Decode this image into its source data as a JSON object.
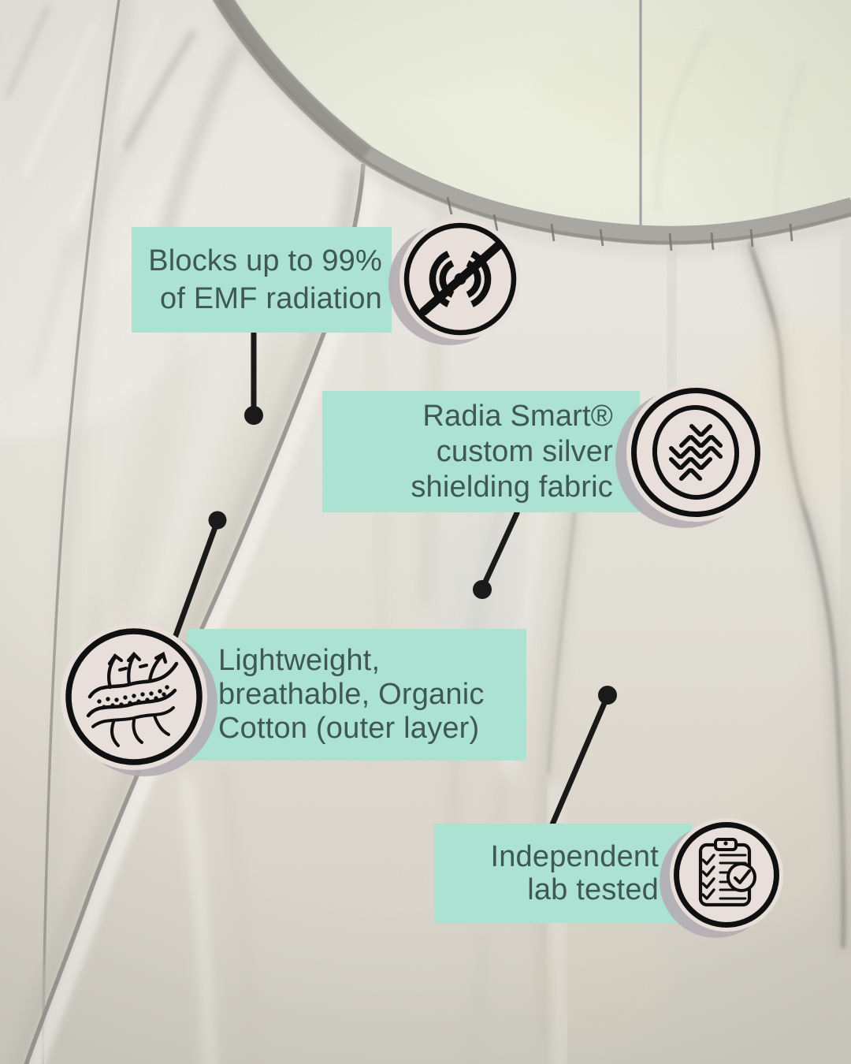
{
  "callouts": [
    {
      "id": "emf-block",
      "lines": [
        "Blocks up to 99%",
        "of EMF radiation"
      ],
      "icon": "emf-blocked-icon"
    },
    {
      "id": "shielding-fabric",
      "lines": [
        "Radia Smart®",
        "custom silver",
        "shielding fabric"
      ],
      "icon": "woven-fabric-icon"
    },
    {
      "id": "organic-cotton",
      "lines": [
        "Lightweight,",
        "breathable, Organic",
        "Cotton (outer layer)"
      ],
      "icon": "breathable-fabric-icon"
    },
    {
      "id": "lab-tested",
      "lines": [
        "Independent",
        "lab tested"
      ],
      "icon": "lab-tested-icon"
    }
  ],
  "theme": {
    "mint": "#abe2d2",
    "text": "#3f5952",
    "icon_disc": "#e9dfda",
    "icon_stroke": "#101010",
    "connector": "#1a1a1a",
    "disc_shadow": "#b4adb3"
  }
}
